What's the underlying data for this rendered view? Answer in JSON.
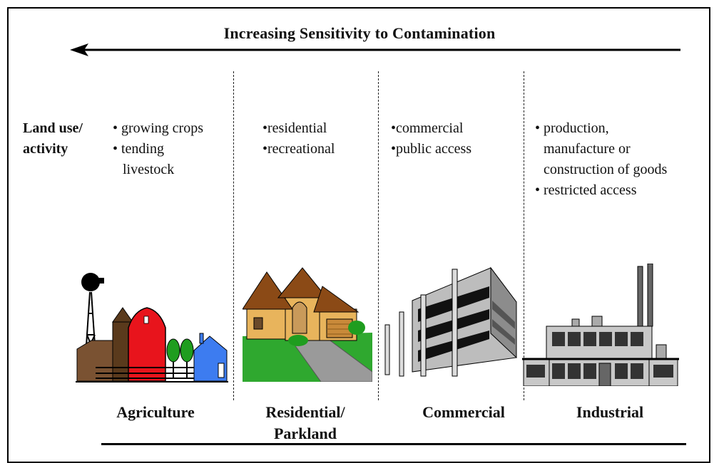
{
  "title": "Increasing Sensitivity to Contamination",
  "row_label": "Land use/ activity",
  "row_label_lines": [
    "Land use/",
    "activity"
  ],
  "columns": [
    {
      "name": "Agriculture",
      "name_lines": [
        "Agriculture"
      ],
      "icon": "farm-icon",
      "items": [
        "• growing crops",
        "• tending",
        "livestock"
      ]
    },
    {
      "name": "Residential/ Parkland",
      "name_lines": [
        "Residential/",
        "Parkland"
      ],
      "icon": "house-icon",
      "items": [
        "•residential",
        "•recreational"
      ]
    },
    {
      "name": "Commercial",
      "name_lines": [
        "Commercial"
      ],
      "icon": "office-building-icon",
      "items": [
        "•commercial",
        "•public access"
      ]
    },
    {
      "name": "Industrial",
      "name_lines": [
        "Industrial"
      ],
      "icon": "factory-icon",
      "items": [
        "• production,",
        "manufacture or",
        "construction of goods",
        "• restricted access"
      ]
    }
  ],
  "colors": {
    "barn_red": "#e8141c",
    "silo_brown": "#5a3a1c",
    "tree_green": "#1f9d1f",
    "house_blue": "#3d7cf0",
    "lawn_green": "#2fa82f",
    "roof_brown": "#8b4a16",
    "wall_tan": "#e8b45c"
  }
}
